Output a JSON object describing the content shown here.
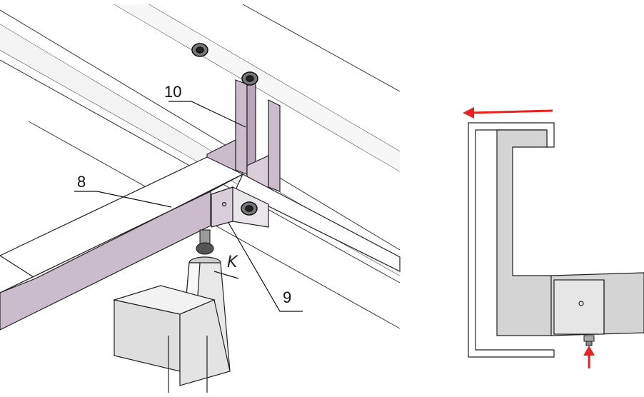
{
  "figure": {
    "callouts": {
      "label_10": "10",
      "label_8": "8",
      "label_9": "9",
      "label_k": "K"
    },
    "colors": {
      "part_purple": "#cbbccc",
      "part_purple_dark": "#b9a6bb",
      "grey_fill": "#d4d4d4",
      "outline": "#222222",
      "arrow_red": "#e8231f"
    }
  }
}
